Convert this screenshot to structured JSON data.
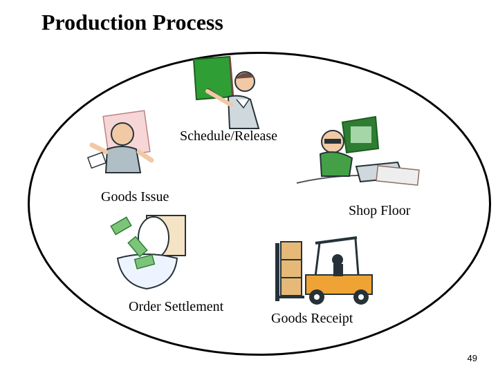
{
  "slide": {
    "title": "Production Process",
    "page_number": "49"
  },
  "steps": {
    "schedule_release": "Schedule/Release",
    "goods_issue": "Goods Issue",
    "shop_floor": "Shop Floor",
    "order_settlement": "Order Settlement",
    "goods_receipt": "Goods Receipt"
  },
  "clipart": {
    "schedule_release": "presenter-icon",
    "goods_issue": "frustrated-worker-icon",
    "shop_floor": "computer-worker-icon",
    "order_settlement": "money-toilet-icon",
    "goods_receipt": "forklift-icon"
  },
  "colors": {
    "board_green": "#2f9e35",
    "forklift_orange": "#f0a335",
    "box_tan": "#e6b978",
    "money_green": "#7cc47a"
  }
}
